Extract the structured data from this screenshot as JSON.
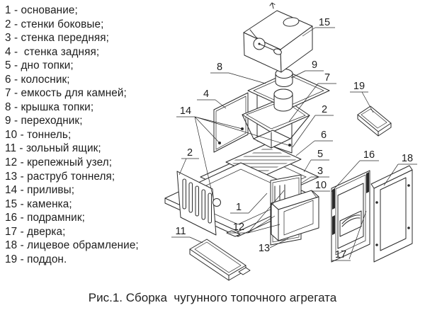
{
  "legend": {
    "items": [
      "1 - основание;",
      "2 - стенки боковые;",
      "3 - стенка передняя;",
      "4 -  стенка задняя;",
      "5 - дно топки;",
      "6 - колосник;",
      "7 - емкость для камней;",
      "8 - крышка топки;",
      "9 - переходник;",
      "10 - тоннель;",
      "11 - зольный ящик;",
      "12 - крепежный узел;",
      "13 - раструб тоннеля;",
      "14 - приливы;",
      "15 - каменка;",
      "16 - подрамник;",
      "17 - дверка;",
      "18 - лицевое обрамление;",
      "19 - поддон."
    ]
  },
  "diagram": {
    "callouts": [
      "15",
      "8",
      "9",
      "7",
      "19",
      "4",
      "14",
      "2",
      "2",
      "6",
      "5",
      "3",
      "10",
      "16",
      "18",
      "1",
      "12",
      "11",
      "13",
      "17"
    ]
  },
  "caption": "Рис.1. Сборка  чугунного топочного агрегата",
  "colors": {
    "ink": "#2a2a2a",
    "text": "#1d1d1d",
    "background": "#ffffff"
  }
}
